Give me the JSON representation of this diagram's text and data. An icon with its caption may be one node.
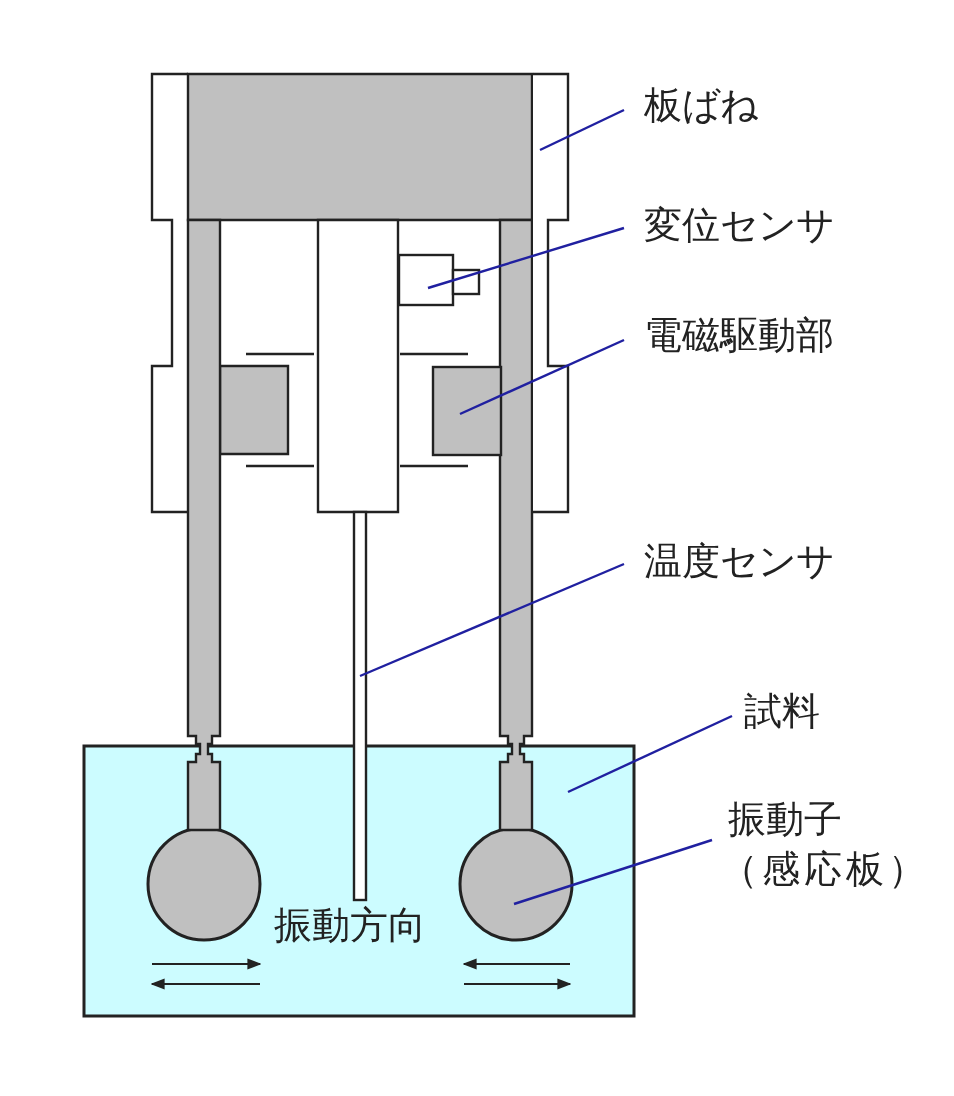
{
  "diagram": {
    "nodes": [
      {
        "text": [
          "板ばね"
        ]
      },
      {
        "text": [],
        "shape": "box"
      },
      {
        "text": [
          "変位センサ"
        ]
      },
      {
        "text": [],
        "shape": "box"
      },
      {
        "text": [
          "電磁駆動部"
        ]
      },
      {
        "text": [],
        "shape": "box"
      },
      {
        "text": [
          "温度センサ"
        ]
      },
      {
        "text": [],
        "shape": "bar"
      },
      {
        "text": [
          "試料"
        ]
      },
      {
        "text": [],
        "shape": "box"
      },
      {
        "text": [
          "振動子",
          "（感応板）"
        ]
      },
      {
        "text": [],
        "shape": "circle",
        "in": 9
      }
    ],
    "edges": [
      {
        "from": 0,
        "to": 1,
        "arrow": "none"
      },
      {
        "from": 2,
        "to": 3,
        "arrow": "none"
      },
      {
        "from": 4,
        "to": 5,
        "arrow": "none"
      },
      {
        "from": 6,
        "to": 7,
        "arrow": "none"
      },
      {
        "from": 8,
        "to": 9,
        "arrow": "none"
      },
      {
        "from": 10,
        "to": 11,
        "arrow": "none"
      }
    ],
    "labels": [
      "振動方向"
    ]
  }
}
